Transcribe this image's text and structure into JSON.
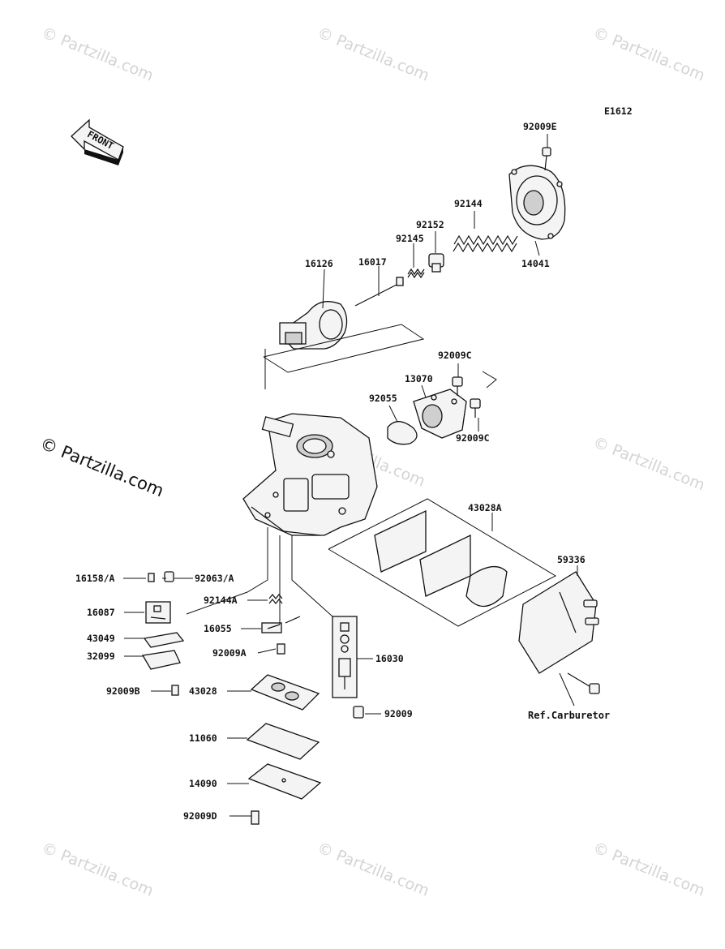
{
  "diagram_code": "E1612",
  "front_label": "FRONT",
  "watermarks": {
    "light": "© Partzilla.com",
    "dark": "© Partzilla.com"
  },
  "parts": {
    "p92009E": "92009E",
    "p14041": "14041",
    "p92144": "92144",
    "p92152": "92152",
    "p92145": "92145",
    "p16017": "16017",
    "p16126": "16126",
    "p92009C_top": "92009C",
    "p13070": "13070",
    "p92055": "92055",
    "p92009C_bot": "92009C",
    "p43028A": "43028A",
    "p59336": "59336",
    "p16158A": "16158/A",
    "p92063A": "92063/A",
    "p16087": "16087",
    "p92144A": "92144A",
    "p43049": "43049",
    "p16055": "16055",
    "p32099": "32099",
    "p92009A": "92009A",
    "p16030": "16030",
    "p92009B": "92009B",
    "p43028": "43028",
    "p92009": "92009",
    "p11060": "11060",
    "p14090": "14090",
    "p92009D": "92009D",
    "ref_carburetor": "Ref.Carburetor"
  }
}
